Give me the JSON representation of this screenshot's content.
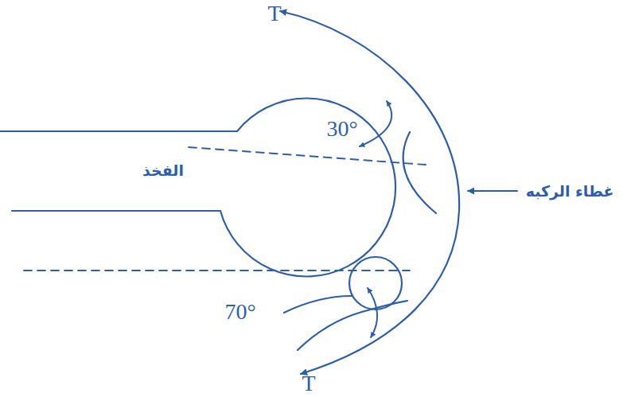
{
  "diagram": {
    "labels": [
      "T",
      "30°",
      "الفخذ",
      "غطاء الركبه",
      "70°",
      "T"
    ]
  }
}
